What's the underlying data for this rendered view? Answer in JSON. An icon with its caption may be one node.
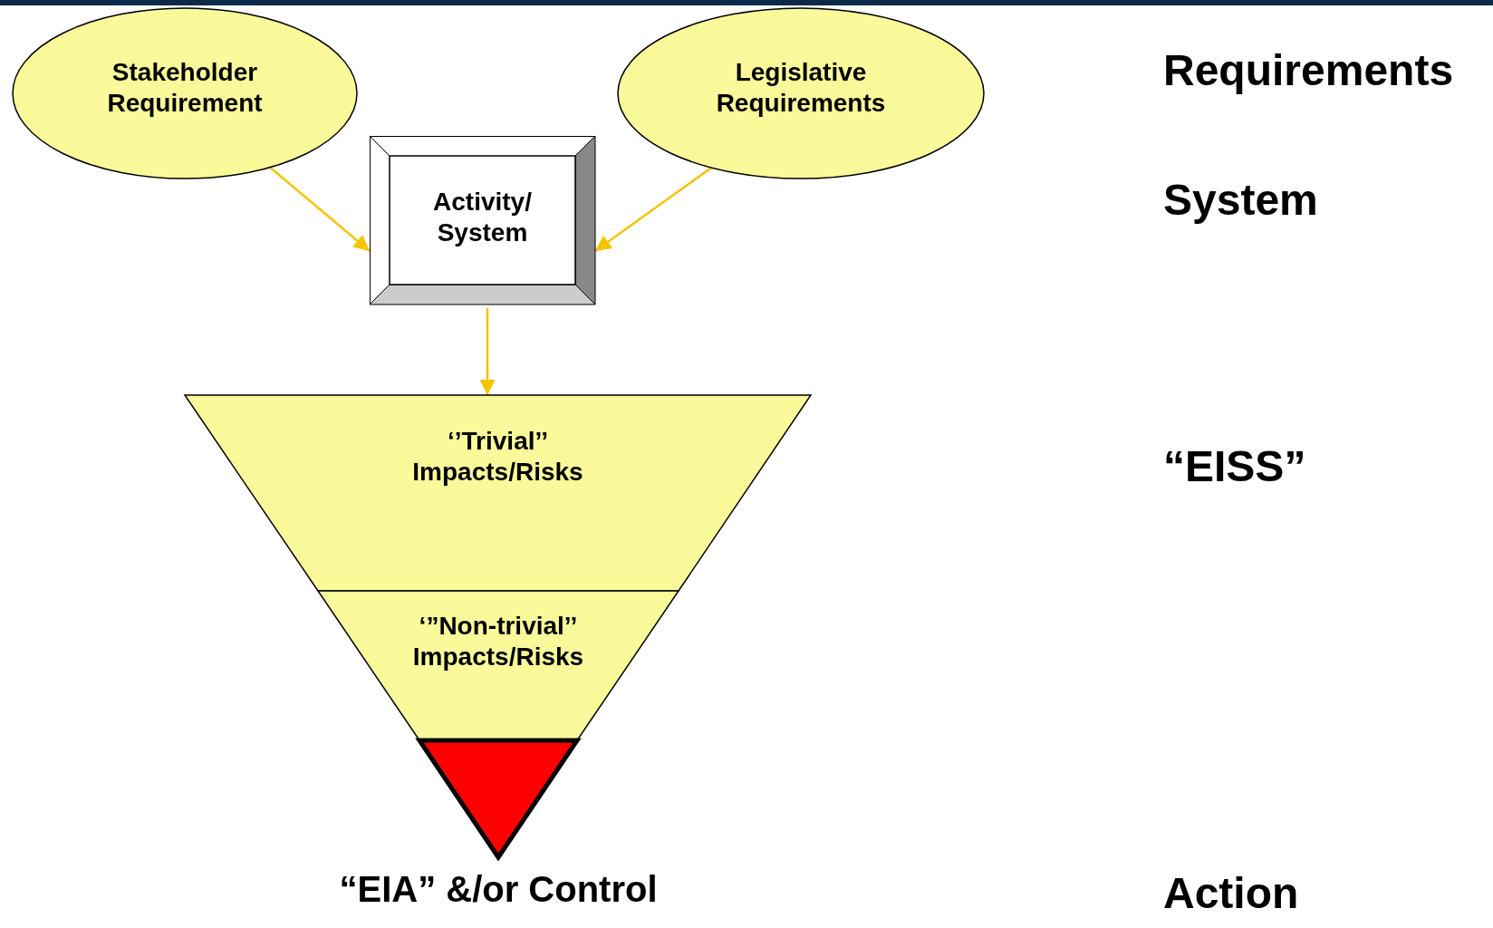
{
  "diagram": {
    "nodes": [
      {
        "text": [
          "Stakeholder Requirement"
        ]
      },
      {
        "text": [
          "Legislative Requirements"
        ]
      },
      {
        "text": [
          "Activity/ System"
        ]
      },
      {
        "text": [
          "‘’Trivial’’ Impacts/Risks"
        ]
      },
      {
        "text": [
          "‘”Non-trivial’’ Impacts/Risks"
        ]
      },
      {
        "text": [],
        "shape": "triangle",
        "beside": [
          "“EIA” &/or Control"
        ]
      }
    ],
    "edges": [
      {
        "from": 0,
        "to": 2,
        "arrow": "to"
      },
      {
        "from": 1,
        "to": 2,
        "arrow": "to"
      },
      {
        "from": 2,
        "to": 3,
        "arrow": "to"
      }
    ],
    "labels": [
      "Requirements",
      "System",
      "“EISS”",
      "Action"
    ]
  }
}
